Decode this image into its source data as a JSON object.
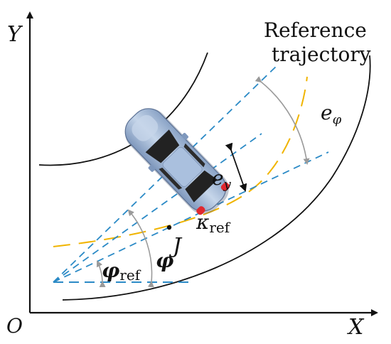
{
  "axes": {
    "origin_label": "O",
    "x_label": "X",
    "y_label": "Y"
  },
  "annotations": {
    "reference_trajectory_line1": "Reference",
    "reference_trajectory_line2": "trajectory",
    "heading_error_base": "e",
    "heading_error_sub": "φ",
    "lateral_error_base": "e",
    "lateral_error_sub": "y",
    "curvature_base": "κ",
    "curvature_sub": "ref",
    "point_label": "J",
    "ref_angle_base": "φ",
    "ref_angle_sub": "ref",
    "heading_angle": "φ"
  },
  "colors": {
    "road_edge": "#111111",
    "reference_trajectory": "#f0b400",
    "construction_lines": "#2b8ac6",
    "angle_arc": "#9a9a9a",
    "car_body": "#a9bfdb",
    "car_glass": "#222222",
    "tail_light": "#e0282e"
  }
}
